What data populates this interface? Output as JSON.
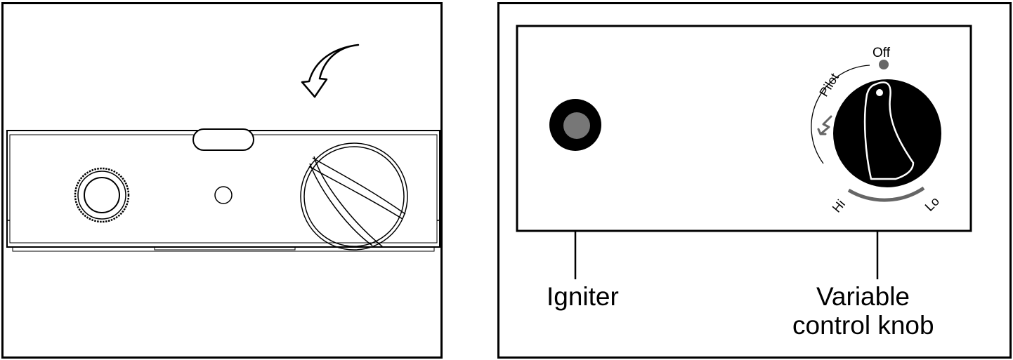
{
  "labels": {
    "igniter": "Igniter",
    "knob_line1": "Variable",
    "knob_line2": "control knob"
  },
  "dial": {
    "off": "Off",
    "pilot": "Pilot",
    "hi": "Hi",
    "lo": "Lo"
  },
  "colors": {
    "line": "#000000",
    "igniter_center": "#777777",
    "dial_indicator": "#666666",
    "off_dot": "#666666"
  }
}
